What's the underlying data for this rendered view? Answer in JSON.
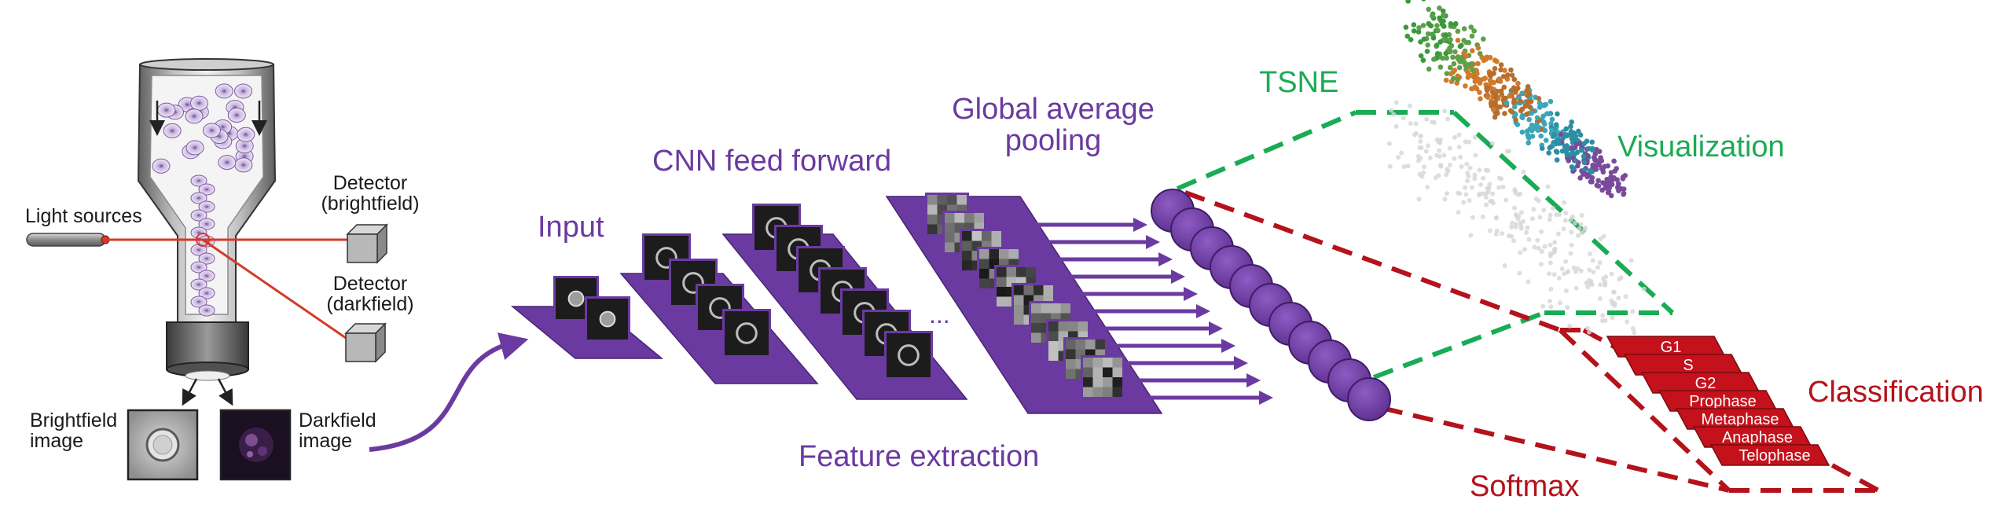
{
  "device": {
    "light_sources": "Light sources",
    "detector_brightfield": [
      "Detector",
      "(brightfield)"
    ],
    "detector_darkfield": [
      "Detector",
      "(darkfield)"
    ],
    "brightfield_image": [
      "Brightfield",
      "image"
    ],
    "darkfield_image": [
      "Darkfield",
      "image"
    ]
  },
  "pipeline": {
    "input": "Input",
    "cnn_feed_forward": "CNN feed forward",
    "ellipsis": "...",
    "global_average_pooling": [
      "Global average",
      "pooling"
    ],
    "feature_extraction": "Feature extraction"
  },
  "outputs": {
    "tsne": "TSNE",
    "visualization": "Visualization",
    "softmax": "Softmax",
    "classification": "Classification",
    "classes": [
      "G1",
      "S",
      "G2",
      "Prophase",
      "Metaphase",
      "Anaphase",
      "Telophase"
    ]
  },
  "colors": {
    "purple": "#6b3aa0",
    "green": "#1aab55",
    "red": "#b5121b",
    "laser": "#d43a2a"
  }
}
